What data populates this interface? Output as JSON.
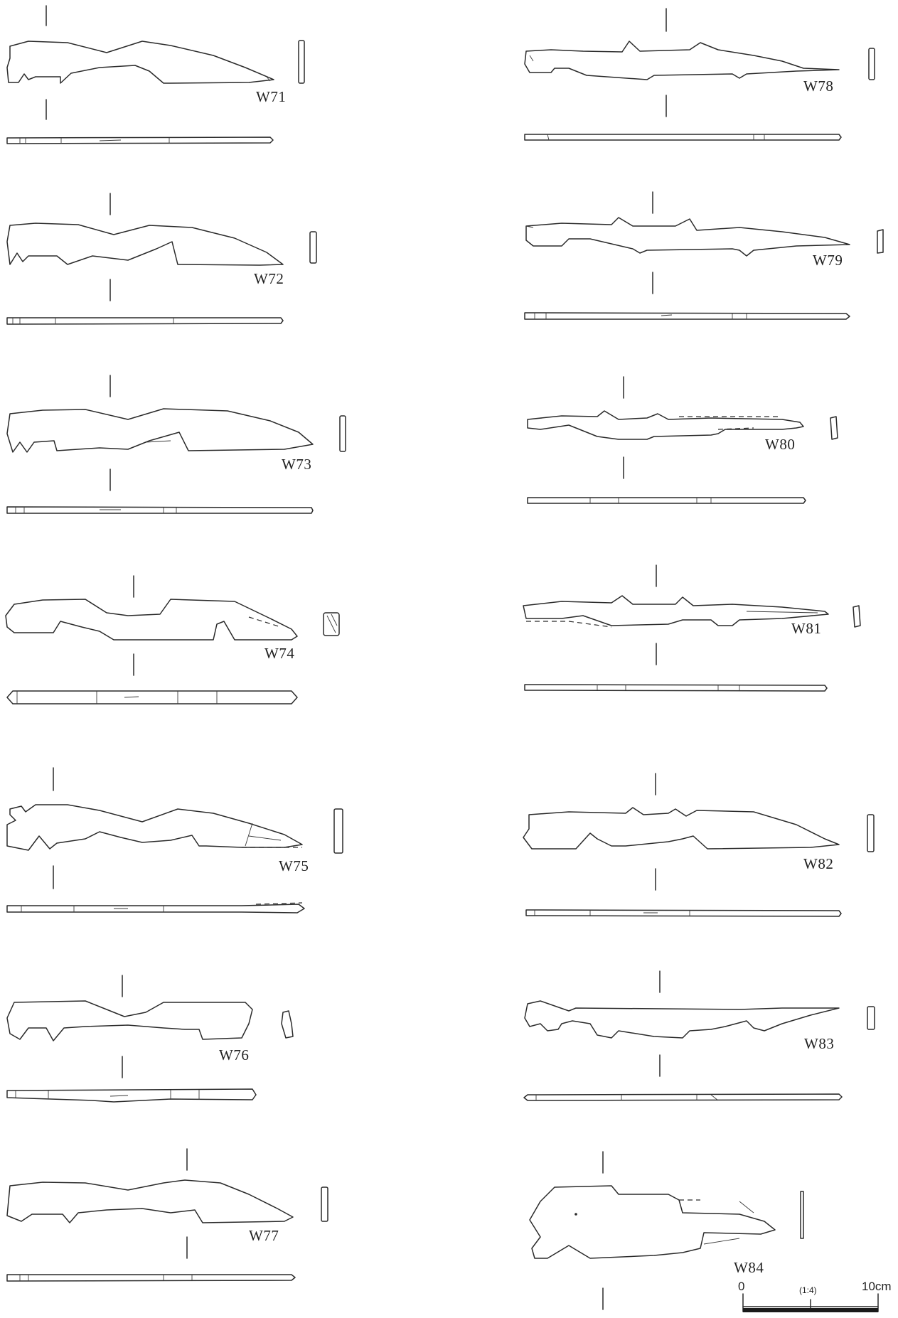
{
  "figure": {
    "artifacts": [
      {
        "id": "W71"
      },
      {
        "id": "W72"
      },
      {
        "id": "W73"
      },
      {
        "id": "W74"
      },
      {
        "id": "W75"
      },
      {
        "id": "W76"
      },
      {
        "id": "W77"
      },
      {
        "id": "W78"
      },
      {
        "id": "W79"
      },
      {
        "id": "W80"
      },
      {
        "id": "W81"
      },
      {
        "id": "W82"
      },
      {
        "id": "W83"
      },
      {
        "id": "W84"
      }
    ],
    "scale_bar": {
      "zero": "0",
      "ratio": "(1:4)",
      "end": "10cm"
    }
  }
}
